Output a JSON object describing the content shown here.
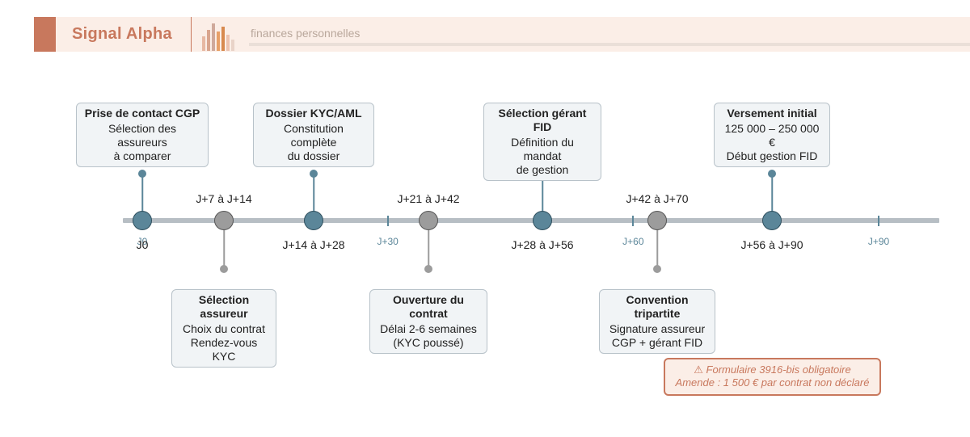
{
  "header": {
    "brand": "Signal Alpha",
    "tagline": "finances personnelles",
    "logo_icon": "bar-chart-logo-icon",
    "accent_color": "#c8785d"
  },
  "colors": {
    "teal": "#5b8699",
    "grey": "#9c9c9c",
    "axis": "#b7bec4",
    "warning": "#c8785d"
  },
  "timeline": {
    "ticks": [
      {
        "day": 0,
        "label": "J0"
      },
      {
        "day": 30,
        "label": "J+30"
      },
      {
        "day": 60,
        "label": "J+60"
      },
      {
        "day": 90,
        "label": "J+90"
      }
    ],
    "events": [
      {
        "variant": "teal",
        "side": "above",
        "date": "J0",
        "title": "Prise de contact CGP",
        "lines": [
          "Sélection des assureurs",
          "à comparer"
        ]
      },
      {
        "variant": "grey",
        "side": "below",
        "date": "J+7 à J+14",
        "title": "Sélection assureur",
        "lines": [
          "Choix du contrat",
          "Rendez-vous KYC"
        ]
      },
      {
        "variant": "teal",
        "side": "above",
        "date": "J+14 à J+28",
        "title": "Dossier KYC/AML",
        "lines": [
          "Constitution complète",
          "du dossier"
        ]
      },
      {
        "variant": "grey",
        "side": "below",
        "date": "J+21 à J+42",
        "title": "Ouverture du contrat",
        "lines": [
          "Délai 2-6 semaines",
          "(KYC poussé)"
        ]
      },
      {
        "variant": "teal",
        "side": "above",
        "date": "J+28 à J+56",
        "title": "Sélection gérant FID",
        "lines": [
          "Définition du mandat",
          "de gestion"
        ]
      },
      {
        "variant": "grey",
        "side": "below",
        "date": "J+42 à J+70",
        "title": "Convention tripartite",
        "lines": [
          "Signature assureur",
          "CGP + gérant FID"
        ]
      },
      {
        "variant": "teal",
        "side": "above",
        "date": "J+56 à J+90",
        "title": "Versement initial",
        "lines": [
          "125 000 – 250 000 €",
          "Début gestion FID"
        ]
      }
    ]
  },
  "warning": {
    "icon": "warning-icon",
    "line1": "Formulaire 3916-bis obligatoire",
    "line2": "Amende : 1 500 € par contrat non déclaré"
  }
}
